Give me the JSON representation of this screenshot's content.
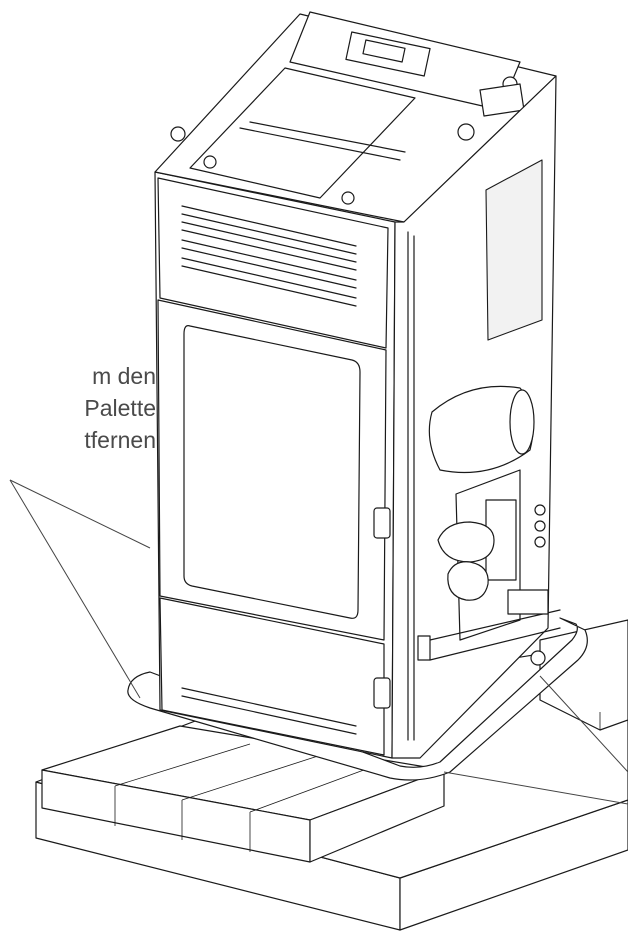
{
  "callout": {
    "lines": [
      "m den",
      "Palette",
      "tfernen"
    ]
  }
}
